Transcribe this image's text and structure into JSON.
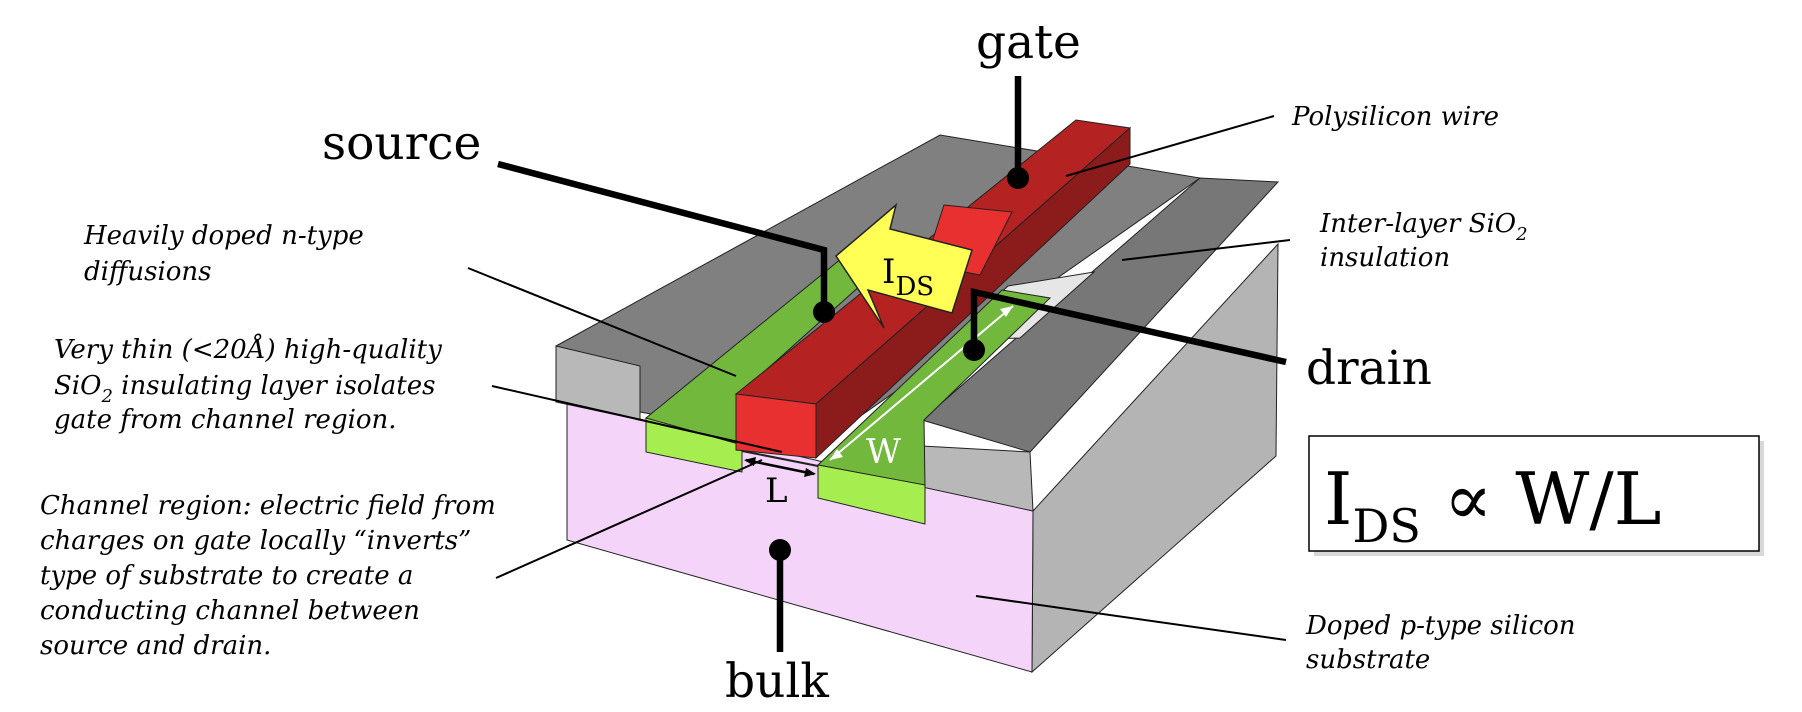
{
  "terminals": {
    "gate": "gate",
    "source": "source",
    "drain": "drain",
    "bulk": "bulk"
  },
  "annotations": {
    "polysilicon": "Polysilicon wire",
    "interlayer_line1_pre": "Inter-layer SiO",
    "interlayer_line1_sub": "2",
    "interlayer_line2": "insulation",
    "diffusion_line1": "Heavily doped n-type",
    "diffusion_line2": "diffusions",
    "thin_line1": "Very thin (<20Å) high-quality",
    "thin_line2_pre": "SiO",
    "thin_line2_sub": "2",
    "thin_line2_post": " insulating layer isolates",
    "thin_line3": "gate from channel region.",
    "channel_line1": "Channel region: electric field from",
    "channel_line2": "charges on gate locally “inverts”",
    "channel_line3": "type of substrate to create a",
    "channel_line4": "conducting channel between",
    "channel_line5": "source and drain.",
    "substrate_line1": "Doped p-type silicon",
    "substrate_line2": "substrate"
  },
  "dimensions": {
    "width": "W",
    "length": "L"
  },
  "current": {
    "symbol": "I",
    "subscript": "DS"
  },
  "formula": {
    "main": "I",
    "subscript": "DS",
    "relation": " ∝ W/L"
  },
  "colors": {
    "gate_poly": "#a52020",
    "gate_poly_top": "#b42222",
    "gate_poly_face": "#e83030",
    "diffusion": "#72b83c",
    "diffusion_face": "#a6ee50",
    "oxide_top": "#808080",
    "oxide_face": "#b8b8b8",
    "substrate_front": "#f5d4fa",
    "substrate_side": "#b4b4b4",
    "current_arrow": "#ffff55"
  }
}
